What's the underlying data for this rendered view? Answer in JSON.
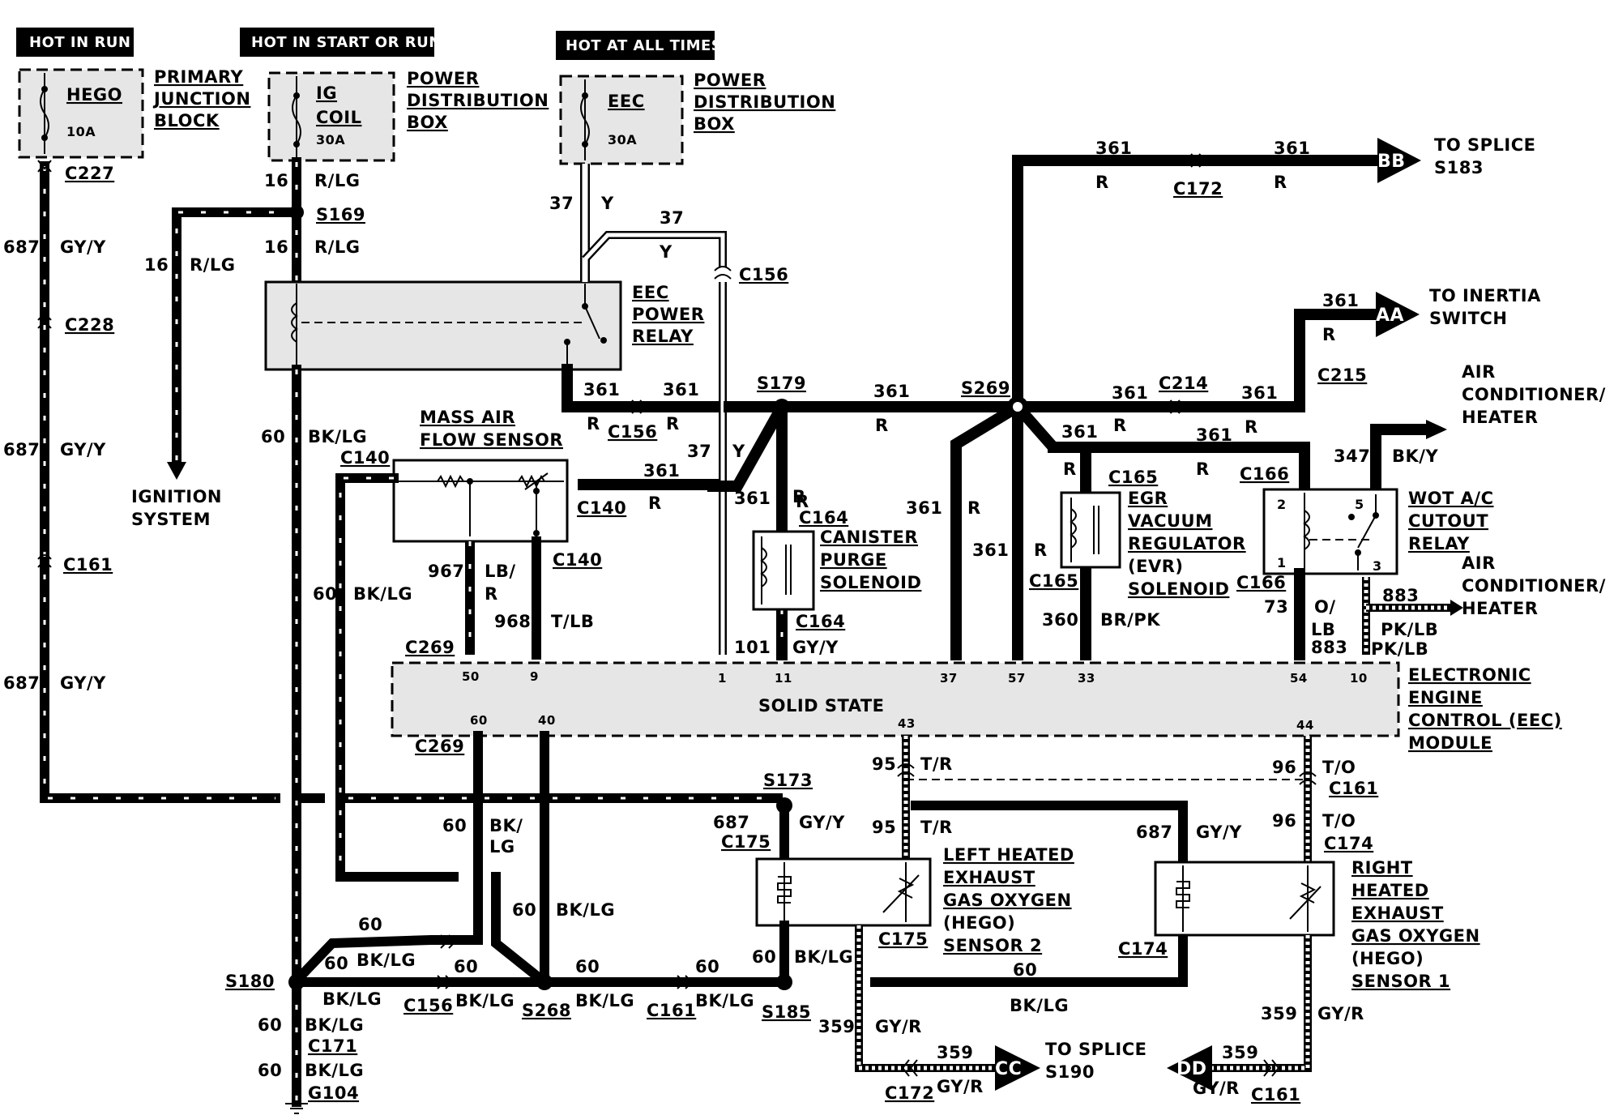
{
  "hot_labels": {
    "hot_in_run": "HOT IN RUN",
    "hot_in_start_or_run": "HOT IN START OR RUN",
    "hot_at_all_times": "HOT AT ALL TIMES"
  },
  "fuses": {
    "hego": {
      "name": "HEGO",
      "rating": "10A"
    },
    "ig_coil": {
      "name_line1": "IG",
      "name_line2": "COIL",
      "rating": "30A"
    },
    "eec": {
      "name": "EEC",
      "rating": "30A"
    }
  },
  "sources": {
    "primary_junction_block": [
      "PRIMARY",
      "JUNCTION",
      "BLOCK"
    ],
    "pdb_1": [
      "POWER",
      "DISTRIBUTION",
      "BOX"
    ],
    "pdb_2": [
      "POWER",
      "DISTRIBUTION",
      "BOX"
    ]
  },
  "components": {
    "eec_power_relay": [
      "EEC",
      "POWER",
      "RELAY"
    ],
    "mass_air_flow_sensor": [
      "MASS AIR",
      "FLOW SENSOR"
    ],
    "canister_purge_solenoid": [
      "CANISTER",
      "PURGE",
      "SOLENOID"
    ],
    "egr_vacuum_regulator": [
      "EGR",
      "VACUUM",
      "REGULATOR",
      "(EVR)",
      "SOLENOID"
    ],
    "wot_ac_cutout_relay": [
      "WOT A/C",
      "CUTOUT",
      "RELAY"
    ],
    "eec_module": [
      "ELECTRONIC",
      "ENGINE",
      "CONTROL (EEC)",
      "MODULE"
    ],
    "eec_module_inner": "SOLID STATE",
    "hego_left": [
      "LEFT HEATED",
      "EXHAUST",
      "GAS OXYGEN",
      "(HEGO)",
      "SENSOR 2"
    ],
    "hego_right": [
      "RIGHT",
      "HEATED",
      "EXHAUST",
      "GAS OXYGEN",
      "(HEGO)",
      "SENSOR 1"
    ]
  },
  "destinations": {
    "ignition_system": [
      "IGNITION",
      "SYSTEM"
    ],
    "to_splice_s183": {
      "badge": "BB",
      "text": [
        "TO SPLICE",
        "S183"
      ]
    },
    "to_inertia_switch": {
      "badge": "AA",
      "text": [
        "TO INERTIA",
        "SWITCH"
      ]
    },
    "ac_heater_top": [
      "AIR",
      "CONDITIONER/",
      "HEATER"
    ],
    "ac_heater_right": [
      "AIR",
      "CONDITIONER/",
      "HEATER"
    ],
    "to_splice_s190": {
      "badge": "CC",
      "text": [
        "TO SPLICE",
        "S190"
      ]
    },
    "dd_badge": "DD"
  },
  "connectors": {
    "c227": "C227",
    "c228": "C228",
    "c161_left": "C161",
    "s169": "S169",
    "c156_top": "C156",
    "c156_mid": "C156",
    "s179": "S179",
    "s269": "S269",
    "c172_top": "C172",
    "c214": "C214",
    "c215": "C215",
    "c140_left": "C140",
    "c140_right": "C140",
    "c140_bottom": "C140",
    "c164_top": "C164",
    "c164_bottom": "C164",
    "c165_top": "C165",
    "c165_bottom": "C165",
    "c166_top": "C166",
    "c166_bottom": "C166",
    "c269_top": "C269",
    "c269_bottom": "C269",
    "s173": "S173",
    "c175_top": "C175",
    "c175_bottom": "C175",
    "c161_right": "C161",
    "c174_top": "C174",
    "c174_bottom": "C174",
    "s180": "S180",
    "c156_bottom": "C156",
    "s268": "S268",
    "c161_bottom": "C161",
    "s185": "S185",
    "c171": "C171",
    "g104": "G104",
    "c172_bottom": "C172",
    "c161_br": "C161"
  },
  "circuits": {
    "c687_a": {
      "num": "687",
      "color": "GY/Y"
    },
    "c687_b": {
      "num": "687",
      "color": "GY/Y"
    },
    "c687_c": {
      "num": "687",
      "color": "GY/Y"
    },
    "c16_a": {
      "num": "16",
      "color": "R/LG"
    },
    "c16_b": {
      "num": "16",
      "color": "R/LG"
    },
    "c16_c": {
      "num": "16",
      "color": "R/LG"
    },
    "c37_a": {
      "num": "37",
      "color": "Y"
    },
    "c37_b": {
      "num": "37",
      "color": "Y"
    },
    "c37_c": {
      "num": "37",
      "color": "Y"
    },
    "c60_a": {
      "num": "60",
      "color": "BK/LG"
    },
    "c60_b": {
      "num": "60",
      "color": "BK/LG"
    },
    "c361_top_a": {
      "num": "361",
      "color": "R"
    },
    "c361_top_b": {
      "num": "361",
      "color": "R"
    },
    "c361_aa": {
      "num": "361",
      "color": "R"
    },
    "c361_h1": {
      "num": "361",
      "color": "R"
    },
    "c361_h2": {
      "num": "361",
      "color": "R"
    },
    "c361_h3": {
      "num": "361",
      "color": "R"
    },
    "c361_h4": {
      "num": "361",
      "color": "R"
    },
    "c361_h5": {
      "num": "361",
      "color": "R"
    },
    "c361_maf": {
      "num": "361",
      "color": "R"
    },
    "c361_diag": "361",
    "c361_canister": {
      "color": "R"
    },
    "c361_v1": {
      "num": "361",
      "color": "R"
    },
    "c361_v2": {
      "num": "361",
      "color": "R"
    },
    "c361_egr": {
      "num": "361",
      "color": "R"
    },
    "c361_egr2": {
      "num": "361",
      "color": "R"
    },
    "c347": {
      "num": "347",
      "color": "BK/Y"
    },
    "c967": {
      "num": "967",
      "color": "LB/",
      "color2": "R"
    },
    "c968": {
      "num": "968",
      "color": "T/LB"
    },
    "c101": {
      "num": "101",
      "color": "GY/Y"
    },
    "c360": {
      "num": "360",
      "color": "BR/PK"
    },
    "c73": {
      "num": "73",
      "color": "O/",
      "color2": "LB",
      "num2": "883"
    },
    "c883": {
      "num": "883",
      "color": "PK/LB",
      "color2": "PK/LB"
    },
    "c95_a": {
      "num": "95",
      "color": "T/R"
    },
    "c95_b": {
      "num": "95",
      "color": "T/R"
    },
    "c96_a": {
      "num": "96",
      "color": "T/O"
    },
    "c96_b": {
      "num": "96",
      "color": "T/O"
    },
    "c687_l": {
      "num": "687",
      "color": "GY/Y"
    },
    "c687_r": {
      "num": "687",
      "color": "GY/Y"
    },
    "c60_bk1": {
      "num": "60",
      "color": "BK/",
      "color2": "LG"
    },
    "c60_bk2": {
      "num": "60",
      "color": "BK/LG"
    },
    "c60_up": {
      "num": "60",
      "color": "BK/LG"
    },
    "c60_s180_a": {
      "num": "60",
      "color": "BK/LG"
    },
    "c60_s180_b": {
      "num": "60",
      "color": "BK/LG"
    },
    "c60_s268": {
      "num": "60",
      "color": "BK/LG"
    },
    "c60_c161": {
      "num": "60",
      "color": "BK/LG"
    },
    "c60_s185": {
      "num": "60",
      "color": "BK/LG"
    },
    "c60_right": {
      "num": "60",
      "color": "BK/LG"
    },
    "c60_down1": {
      "num": "60",
      "color": "BK/LG"
    },
    "c60_down2": {
      "num": "60",
      "color": "BK/LG"
    },
    "c359_l": {
      "num": "359",
      "color": "GY/R"
    },
    "c359_r": {
      "num": "359",
      "color": "GY/R"
    },
    "c359_cc": {
      "num": "359",
      "color": "GY/R"
    },
    "c359_dd": {
      "num": "359",
      "color": "GY/R"
    }
  },
  "pins": {
    "p50": "50",
    "p9": "9",
    "p1": "1",
    "p11": "11",
    "p37": "37",
    "p57": "57",
    "p33": "33",
    "p54": "54",
    "p10": "10",
    "p60": "60",
    "p40": "40",
    "p43": "43",
    "p44": "44",
    "relay_2": "2",
    "relay_5": "5",
    "relay_1": "1",
    "relay_3": "3"
  }
}
